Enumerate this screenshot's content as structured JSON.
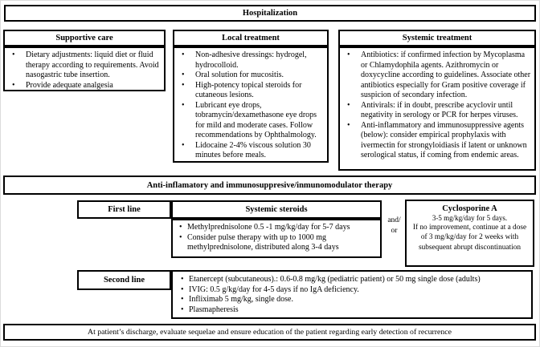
{
  "hospitalization": {
    "title": "Hospitalization"
  },
  "columns": [
    {
      "title": "Supportive care",
      "bullets": [
        "Dietary adjustments: liquid diet or fluid therapy according to requirements. Avoid nasogastric tube insertion.",
        "Provide adequate analgesia"
      ]
    },
    {
      "title": "Local treatment",
      "bullets": [
        "Non-adhesive dressings: hydrogel, hydrocolloid.",
        "Oral solution for mucositis.",
        "High-potency topical steroids for cutaneous lesions.",
        "Lubricant eye drops, tobramycin/dexamethasone eye drops for mild and moderate cases. Follow recommendations by Ophthalmology.",
        "Lidocaine 2-4% viscous solution 30 minutes before meals."
      ]
    },
    {
      "title": "Systemic treatment",
      "bullets": [
        "Antibiotics: if confirmed infection by Mycoplasma or Chlamydophila agents. Azithromycin or doxycycline according to guidelines. Associate other antibiotics especially for Gram positive coverage if suspicion of secondary infection.",
        "Antivirals: if in doubt, prescribe acyclovir until negativity in serology or PCR for herpes viruses.",
        "Anti-inflammatory and immunosuppressive agents (below): consider empirical prophylaxis with ivermectin for strongyloidiasis if latent or unknown serological status, if coming from endemic areas."
      ]
    }
  ],
  "therapy_band": {
    "title": "Anti-inflamatory and immunosuppresive/inmunomodulator therapy"
  },
  "first_line": {
    "label": "First line",
    "systemic_steroids": {
      "title": "Systemic steroids",
      "bullets": [
        "Methylprednisolone 0.5 -1 mg/kg/day for 5-7 days",
        "Consider pulse therapy with up to 1000 mg methylprednisolone, distributed along 3-4 days"
      ]
    },
    "connector": {
      "line1": "and/",
      "line2": "or"
    },
    "cyclosporine": {
      "title": "Cyclosporine A",
      "dose": "3-5 mg/kg/day for 5 days.",
      "note": "If no improvement, continue at a dose of 3 mg/kg/day for 2 weeks with subsequent abrupt discontinuation"
    }
  },
  "second_line": {
    "label": "Second line",
    "bullets": [
      "Etanercept (subcutaneous).: 0.6-0.8 mg/kg (pediatric patient) or 50 mg single dose (adults)",
      "IVIG: 0.5 g/kg/day for 4-5 days if no IgA deficiency.",
      "Infliximab 5 mg/kg, single dose.",
      "Plasmapheresis"
    ]
  },
  "discharge": {
    "text": "At patient’s discharge, evaluate sequelae and ensure education of the patient regarding early detection of recurrence"
  }
}
